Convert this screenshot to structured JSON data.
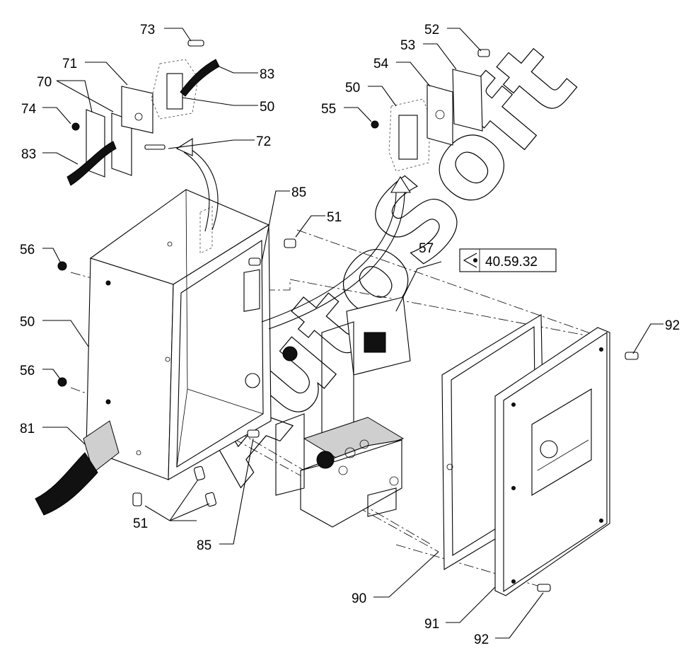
{
  "watermark": "AutoSoft",
  "reference_code": "40.59.32",
  "callouts": [
    {
      "id": "c73",
      "text": "73"
    },
    {
      "id": "c71",
      "text": "71"
    },
    {
      "id": "c70",
      "text": "70"
    },
    {
      "id": "c74",
      "text": "74"
    },
    {
      "id": "c83a",
      "text": "83"
    },
    {
      "id": "c83b",
      "text": "83"
    },
    {
      "id": "c50a",
      "text": "50"
    },
    {
      "id": "c72",
      "text": "72"
    },
    {
      "id": "c52",
      "text": "52"
    },
    {
      "id": "c53",
      "text": "53"
    },
    {
      "id": "c54",
      "text": "54"
    },
    {
      "id": "c50b",
      "text": "50"
    },
    {
      "id": "c55",
      "text": "55"
    },
    {
      "id": "c85a",
      "text": "85"
    },
    {
      "id": "c51a",
      "text": "51"
    },
    {
      "id": "c57",
      "text": "57"
    },
    {
      "id": "c56a",
      "text": "56"
    },
    {
      "id": "c50c",
      "text": "50"
    },
    {
      "id": "c56b",
      "text": "56"
    },
    {
      "id": "c81",
      "text": "81"
    },
    {
      "id": "c51b",
      "text": "51"
    },
    {
      "id": "c85b",
      "text": "85"
    },
    {
      "id": "c92a",
      "text": "92"
    },
    {
      "id": "c90",
      "text": "90"
    },
    {
      "id": "c91",
      "text": "91"
    },
    {
      "id": "c92b",
      "text": "92"
    }
  ]
}
